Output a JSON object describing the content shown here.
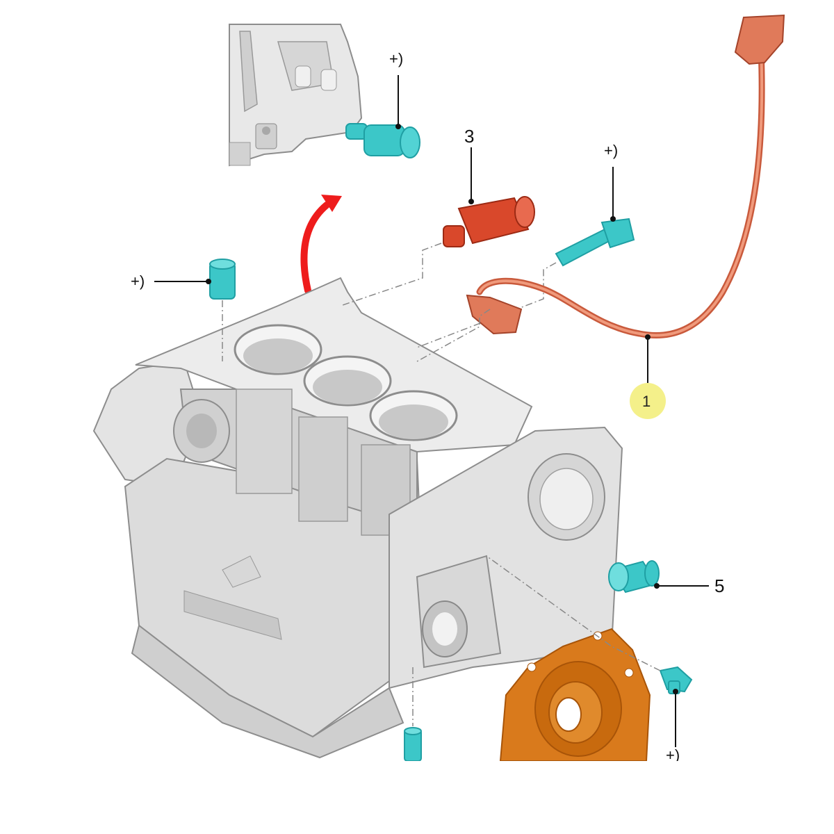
{
  "diagram": {
    "callouts": {
      "part_1": "1",
      "part_3": "3",
      "part_5": "5",
      "plus_top_inset": "+)",
      "plus_bolt_upper": "+)",
      "plus_dowel_left": "+)",
      "plus_bolt_lower": "+)"
    }
  },
  "colors": {
    "block_fill": "#e2e2e2",
    "block_shade": "#bdbdbd",
    "block_edge": "#8d8d8d",
    "cyan_part": "#3cc7c8",
    "cyan_shade": "#1f9fa3",
    "sensor_red": "#d9482b",
    "harness": "#e07a5a",
    "seal_plate": "#d97a1c",
    "seal_shade": "#a85408",
    "arrow_red": "#ee1c1c",
    "badge_yellow": "#f4f08a"
  }
}
